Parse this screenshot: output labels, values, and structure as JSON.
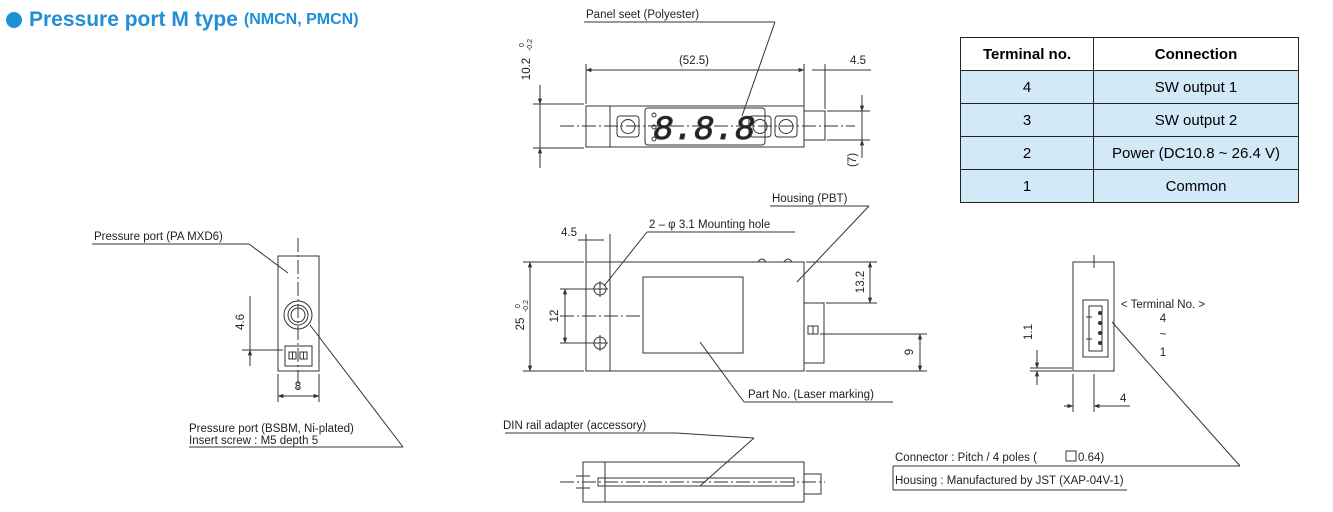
{
  "title": {
    "main": "Pressure port M type",
    "sub": "(NMCN, PMCN)"
  },
  "colors": {
    "accent": "#1f8fd6",
    "table_fill": "#d2e9f7",
    "line": "#333333"
  },
  "terminal_table": {
    "headers": [
      "Terminal no.",
      "Connection"
    ],
    "rows": [
      {
        "no": "4",
        "connection": "SW output 1"
      },
      {
        "no": "3",
        "connection": "SW output 2"
      },
      {
        "no": "2",
        "connection": "Power (DC10.8 ~ 26.4 V)"
      },
      {
        "no": "1",
        "connection": "Common"
      }
    ]
  },
  "labels": {
    "panel_seet": "Panel seet (Polyester)",
    "housing_pbt": "Housing (PBT)",
    "mounting_hole": "2 – φ 3.1  Mounting hole",
    "part_no": "Part No. (Laser marking)",
    "din_rail": "DIN rail adapter (accessory)",
    "pressure_port_pa": "Pressure port (PA MXD6)",
    "pressure_port_bsbm": "Pressure port (BSBM, Ni-plated)",
    "insert_screw": "Insert screw : M5 depth 5",
    "terminal_no_header": "< Terminal No. >",
    "terminal_top": "4",
    "terminal_tilde": "~",
    "terminal_bottom": "1",
    "connector_pitch": "Connector : Pitch / 4 poles (",
    "connector_pitch_value": "0.64)",
    "connector_housing": "Housing : Manufactured by JST (XAP-04V-1)"
  },
  "dimensions": {
    "d_52_5": "(52.5)",
    "d_4_5_top": "4.5",
    "d_10_2": "10.2",
    "d_tol_top": "0",
    "d_tol_bot": "-0.2",
    "d_7": "(7)",
    "d_4_5_mid": "4.5",
    "d_25": "25",
    "d_12": "12",
    "d_13_2": "13.2",
    "d_9": "9",
    "d_4_6": "4.6",
    "d_8": "8",
    "d_1_1": "1.1",
    "d_4": "4"
  },
  "display_digits": "8.8.8"
}
